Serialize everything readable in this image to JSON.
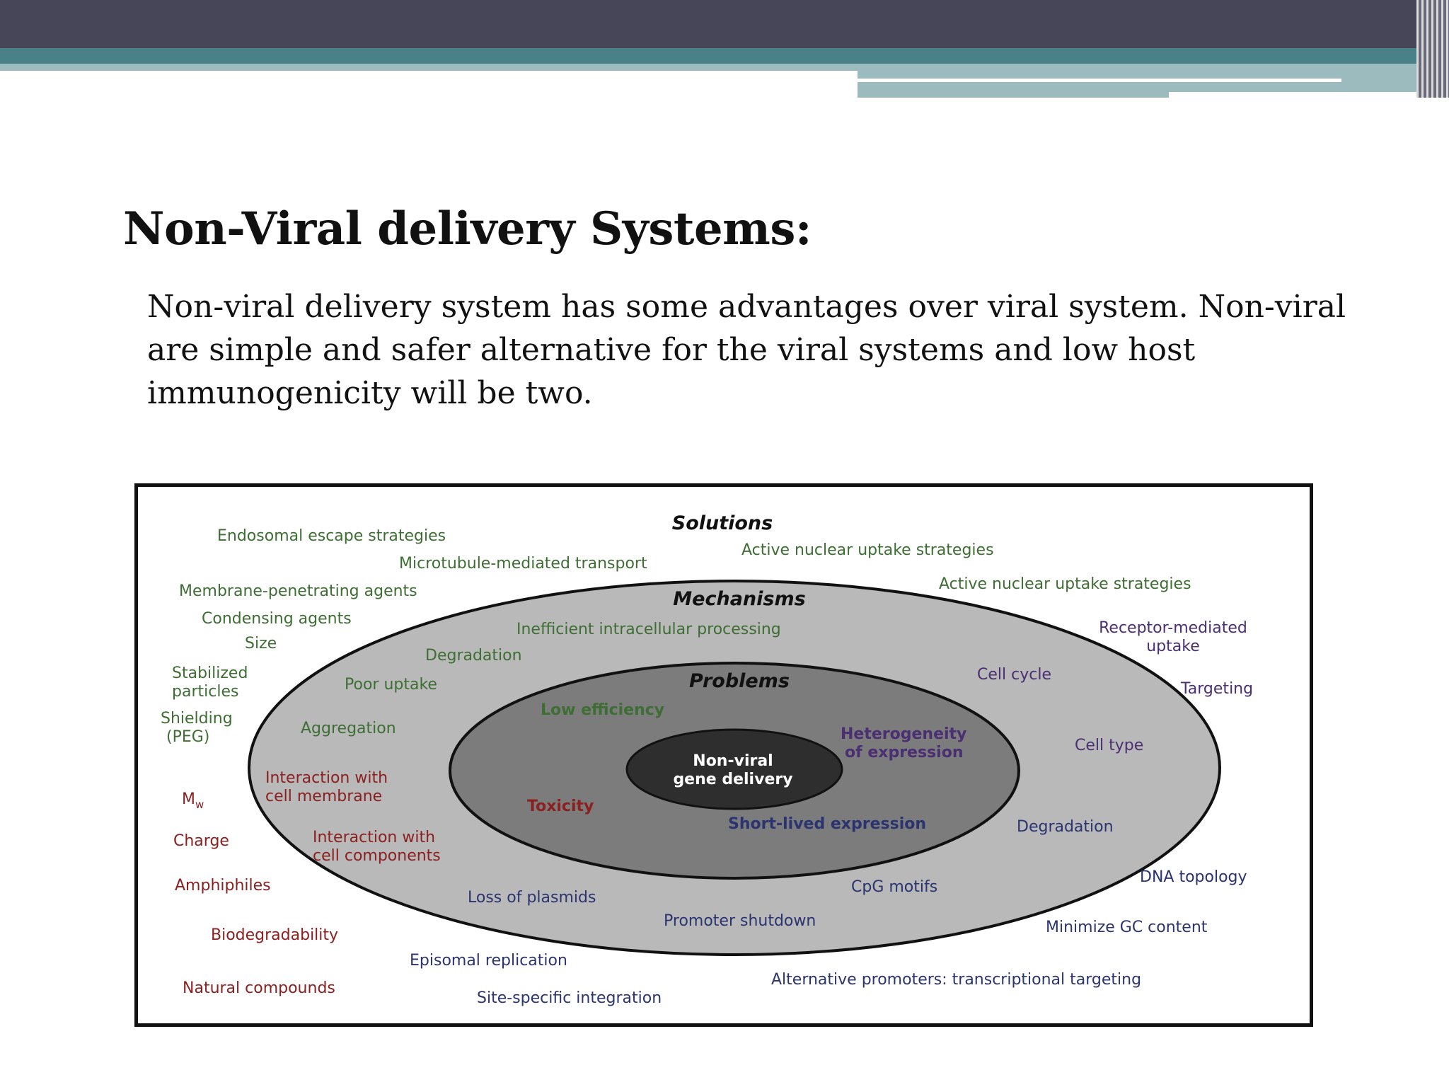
{
  "slide": {
    "title": "Non-Viral delivery Systems:",
    "body": "Non-viral delivery system has some advantages over viral system. Non-viral are simple and safer alternative for the viral systems and low host immunogenicity will be two."
  },
  "figure": {
    "colors": {
      "outer_ring": "#b9b9b9",
      "middle_ring": "#7c7c7c",
      "core": "#2e2e2e",
      "green": "#3e6e34",
      "red": "#8b2020",
      "purple": "#4a2f72",
      "navy": "#2b3470"
    },
    "headers": {
      "solutions": "Solutions",
      "mechanisms": "Mechanisms",
      "problems": "Problems"
    },
    "core": {
      "line1": "Non-viral",
      "line2": "gene delivery"
    },
    "problems": {
      "low_efficiency": "Low efficiency",
      "heterogeneity_1": "Heterogeneity",
      "heterogeneity_2": "of expression",
      "toxicity": "Toxicity",
      "short_lived": "Short-lived expression"
    },
    "mechanisms": {
      "inefficient_processing": "Inefficient intracellular processing",
      "degradation_top": "Degradation",
      "poor_uptake": "Poor uptake",
      "aggregation": "Aggregation",
      "interaction_membrane_1": "Interaction with",
      "interaction_membrane_2": "cell membrane",
      "interaction_components_1": "Interaction with",
      "interaction_components_2": "cell components",
      "loss_plasmids": "Loss of plasmids",
      "promoter_shutdown": "Promoter shutdown",
      "cpg_motifs": "CpG motifs",
      "degradation_right": "Degradation",
      "cell_type": "Cell type",
      "cell_cycle": "Cell cycle"
    },
    "solutions": {
      "endosomal_escape": "Endosomal escape strategies",
      "microtubule": "Microtubule-mediated transport",
      "active_nuclear_1": "Active nuclear uptake strategies",
      "active_nuclear_2": "Active nuclear uptake strategies",
      "membrane_penetrating": "Membrane-penetrating  agents",
      "condensing": "Condensing agents",
      "size": "Size",
      "stabilized_1": "Stabilized",
      "stabilized_2": "particles",
      "shielding_1": "Shielding",
      "shielding_2": "(PEG)",
      "mw_main": "M",
      "mw_sub": "w",
      "charge": "Charge",
      "amphiphiles": "Amphiphiles",
      "biodegradability": "Biodegradability",
      "natural_compounds": "Natural compounds",
      "episomal": "Episomal replication",
      "site_specific": "Site-specific integration",
      "alternative_promoters": "Alternative promoters: transcriptional targeting",
      "minimize_gc": "Minimize GC content",
      "dna_topology": "DNA topology",
      "receptor_1": "Receptor-mediated",
      "receptor_2": "uptake",
      "targeting": "Targeting"
    }
  }
}
